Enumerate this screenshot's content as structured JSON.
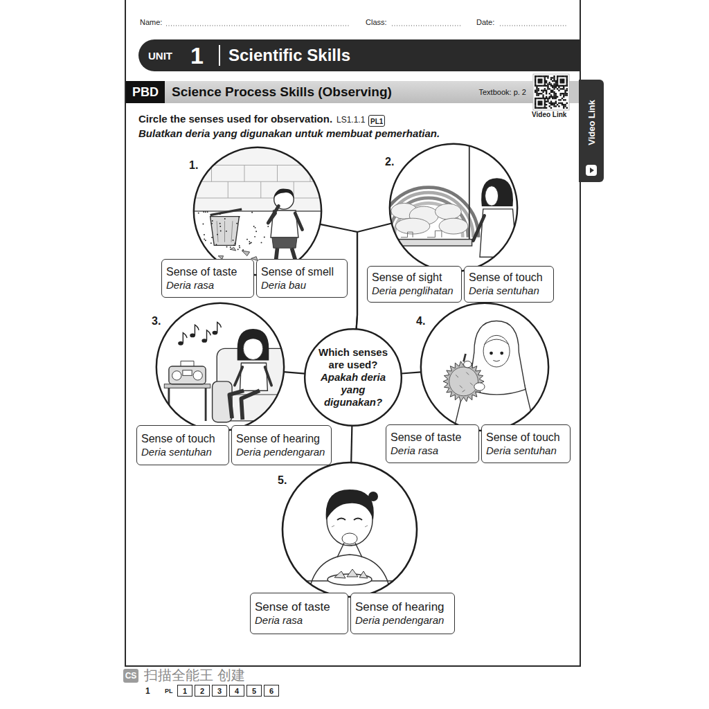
{
  "diagram": {
    "nodes": [
      {
        "text": [
          "UNIT",
          "1",
          "Scientific Skills"
        ]
      },
      {
        "text": [
          "Science Process Skills (Observing)",
          "Textbook: p. 2"
        ]
      },
      {
        "text": [
          "PBD"
        ],
        "in": 1
      },
      {
        "text": [
          "Video Link"
        ]
      },
      {
        "text": [
          "PL1"
        ]
      },
      {
        "text": [
          "1."
        ]
      },
      {
        "text": [
          "Sense of taste",
          "Deria rasa"
        ]
      },
      {
        "text": [
          "Sense of smell",
          "Deria bau"
        ]
      },
      {
        "text": [
          "2."
        ]
      },
      {
        "text": [
          "Sense of sight",
          "Deria penglihatan"
        ]
      },
      {
        "text": [
          "Sense of touch",
          "Deria sentuhan"
        ]
      },
      {
        "text": [
          "Which senses are used?",
          "Apakah deria yang digunakan?"
        ]
      },
      {
        "text": [
          "3."
        ]
      },
      {
        "text": [
          "Sense of touch",
          "Deria sentuhan"
        ]
      },
      {
        "text": [
          "Sense of hearing",
          "Deria pendengaran"
        ]
      },
      {
        "text": [
          "4."
        ]
      },
      {
        "text": [
          "Sense of taste",
          "Deria rasa"
        ]
      },
      {
        "text": [
          "Sense of touch",
          "Deria sentuhan"
        ]
      },
      {
        "text": [
          "5."
        ]
      },
      {
        "text": [
          "Sense of taste",
          "Deria rasa"
        ]
      },
      {
        "text": [
          "Sense of hearing",
          "Deria pendengaran"
        ]
      },
      {
        "text": [
          "1"
        ]
      },
      {
        "text": [
          "2"
        ]
      },
      {
        "text": [
          "3"
        ]
      },
      {
        "text": [
          "4"
        ]
      },
      {
        "text": [
          "5"
        ]
      },
      {
        "text": [
          "6"
        ]
      }
    ],
    "edges": [
      {
        "from": 11,
        "to": 5,
        "arrow": "none"
      },
      {
        "from": 11,
        "to": 8,
        "arrow": "none"
      },
      {
        "from": 11,
        "to": 12,
        "arrow": "none"
      },
      {
        "from": 11,
        "to": 15,
        "arrow": "none"
      },
      {
        "from": 11,
        "to": 18,
        "arrow": "none"
      }
    ],
    "labels": [
      "Name:",
      "Class:",
      "Date:",
      "Video Link",
      "Circle the senses used for observation.",
      "LS1.1.1",
      "Bulatkan deria yang digunakan untuk membuat pemerhatian.",
      "CS",
      "扫描全能王 创建",
      "1",
      "PL"
    ]
  }
}
